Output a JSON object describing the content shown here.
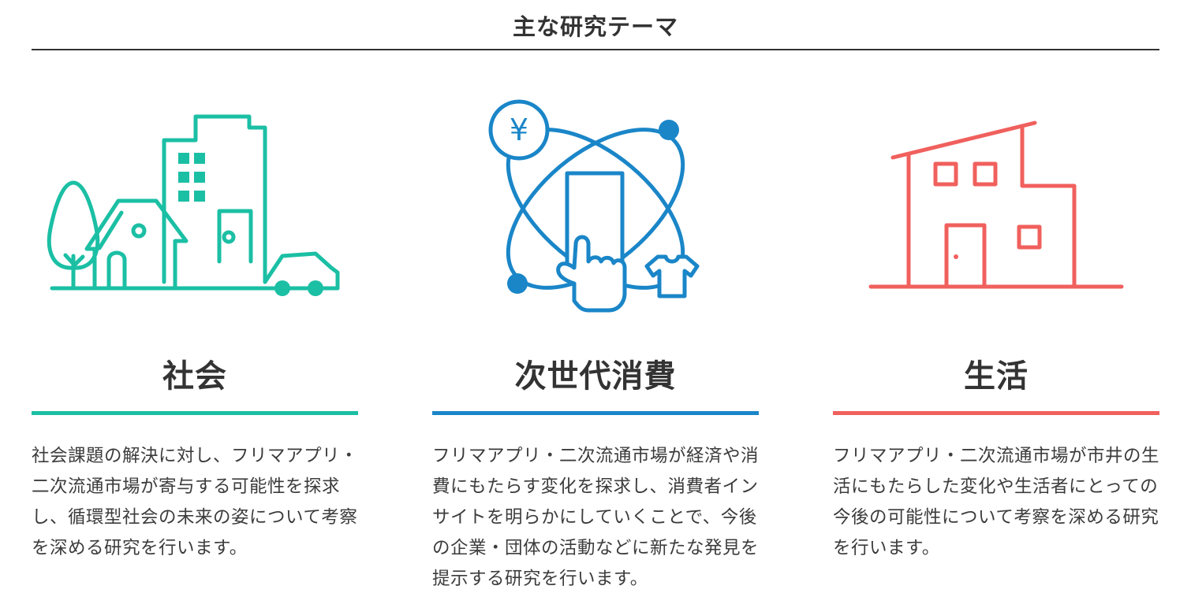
{
  "section": {
    "title": "主な研究テーマ"
  },
  "themes": [
    {
      "title": "社会",
      "description": "社会課題の解決に対し、フリマアプリ・二次流通市場が寄与する可能性を探求し、循環型社会の未来の姿について考察を深める研究を行います。",
      "accent_color": "#1bbfa4",
      "icon": "city-buildings-icon"
    },
    {
      "title": "次世代消費",
      "description": "フリマアプリ・二次流通市場が経済や消費にもたらす変化を探求し、消費者インサイトを明らかにしていくことで、今後の企業・団体の活動などに新たな発見を提示する研究を行います。",
      "accent_color": "#1a86c8",
      "icon": "smartphone-orbit-icon",
      "icon_symbol": "¥"
    },
    {
      "title": "生活",
      "description": "フリマアプリ・二次流通市場が市井の生活にもたらした変化や生活者にとっての今後の可能性について考察を深める研究を行います。",
      "accent_color": "#f0605d",
      "icon": "house-icon"
    }
  ]
}
